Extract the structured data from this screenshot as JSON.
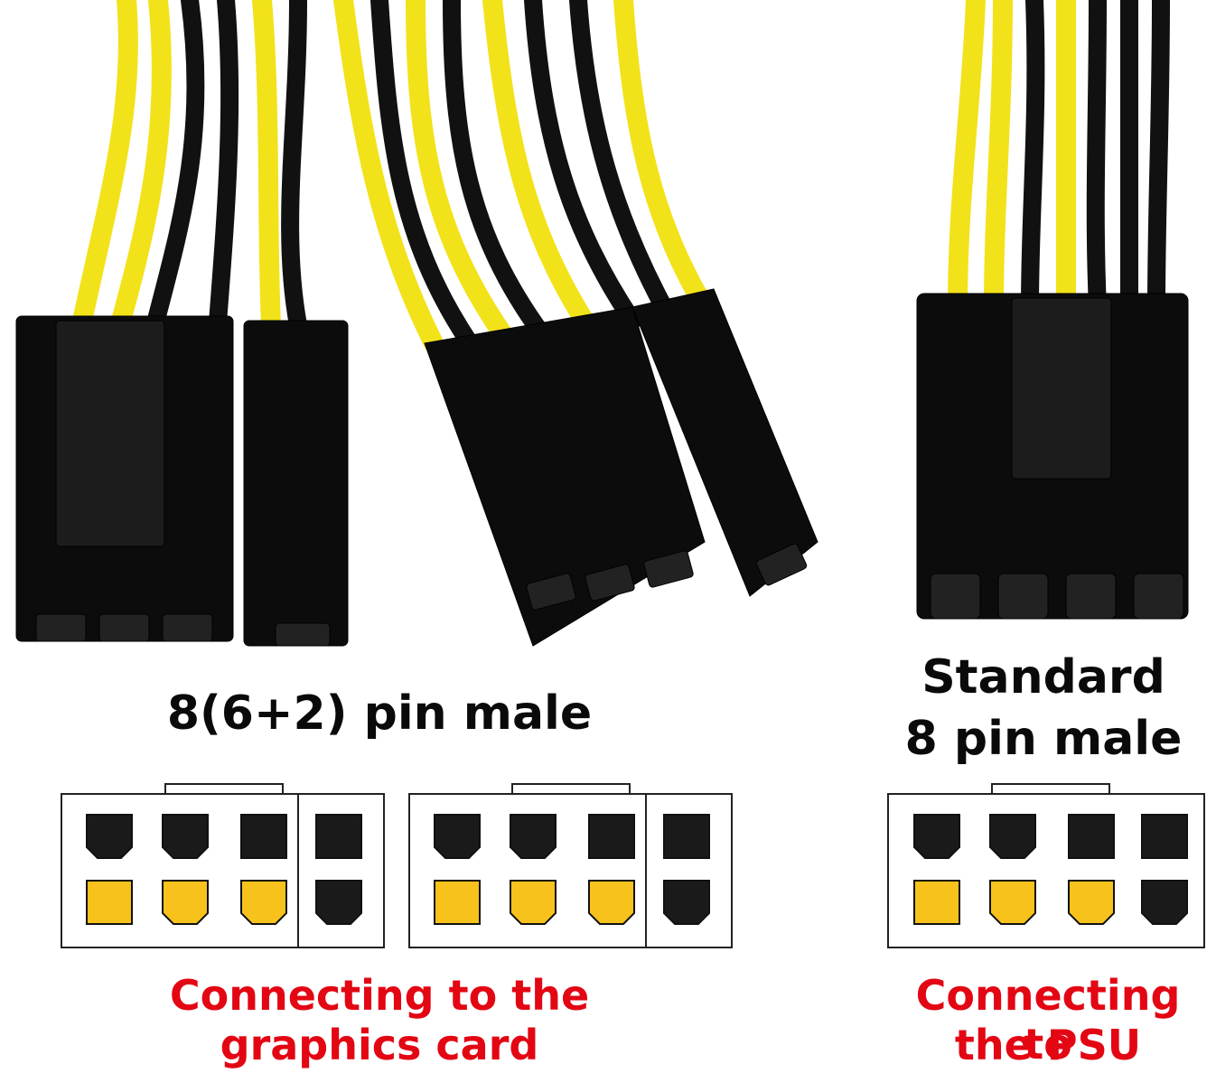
{
  "labels": {
    "left_title": "8(6+2) pin male",
    "right_title_line1": "Standard",
    "right_title_line2": "8 pin male",
    "left_caption_line1": "Connecting to the",
    "left_caption_line2": "graphics card",
    "right_caption_line1": "Connecting to",
    "right_caption_line2": "the PSU"
  },
  "colors": {
    "wire_yellow": "#f2e21a",
    "wire_black": "#111111",
    "connector_black": "#0c0c0c",
    "pin_black": "#1a1a1a",
    "pin_yellow": "#f7c21b",
    "caption_red": "#e30613",
    "outline": "#222222"
  },
  "pin_diagrams": [
    {
      "name": "6+2 pin connector A",
      "top_row": [
        "black-bevel",
        "black-bevel",
        "black-square",
        "black-square"
      ],
      "bottom_row": [
        "yellow-square",
        "yellow-bevel",
        "yellow-bevel",
        "black-bevel"
      ]
    },
    {
      "name": "6+2 pin connector B",
      "top_row": [
        "black-bevel",
        "black-bevel",
        "black-square",
        "black-square"
      ],
      "bottom_row": [
        "yellow-square",
        "yellow-bevel",
        "yellow-bevel",
        "black-bevel"
      ]
    },
    {
      "name": "standard 8 pin connector",
      "top_row": [
        "black-bevel",
        "black-bevel",
        "black-square",
        "black-square"
      ],
      "bottom_row": [
        "yellow-square",
        "yellow-bevel",
        "yellow-bevel",
        "black-bevel"
      ]
    }
  ]
}
